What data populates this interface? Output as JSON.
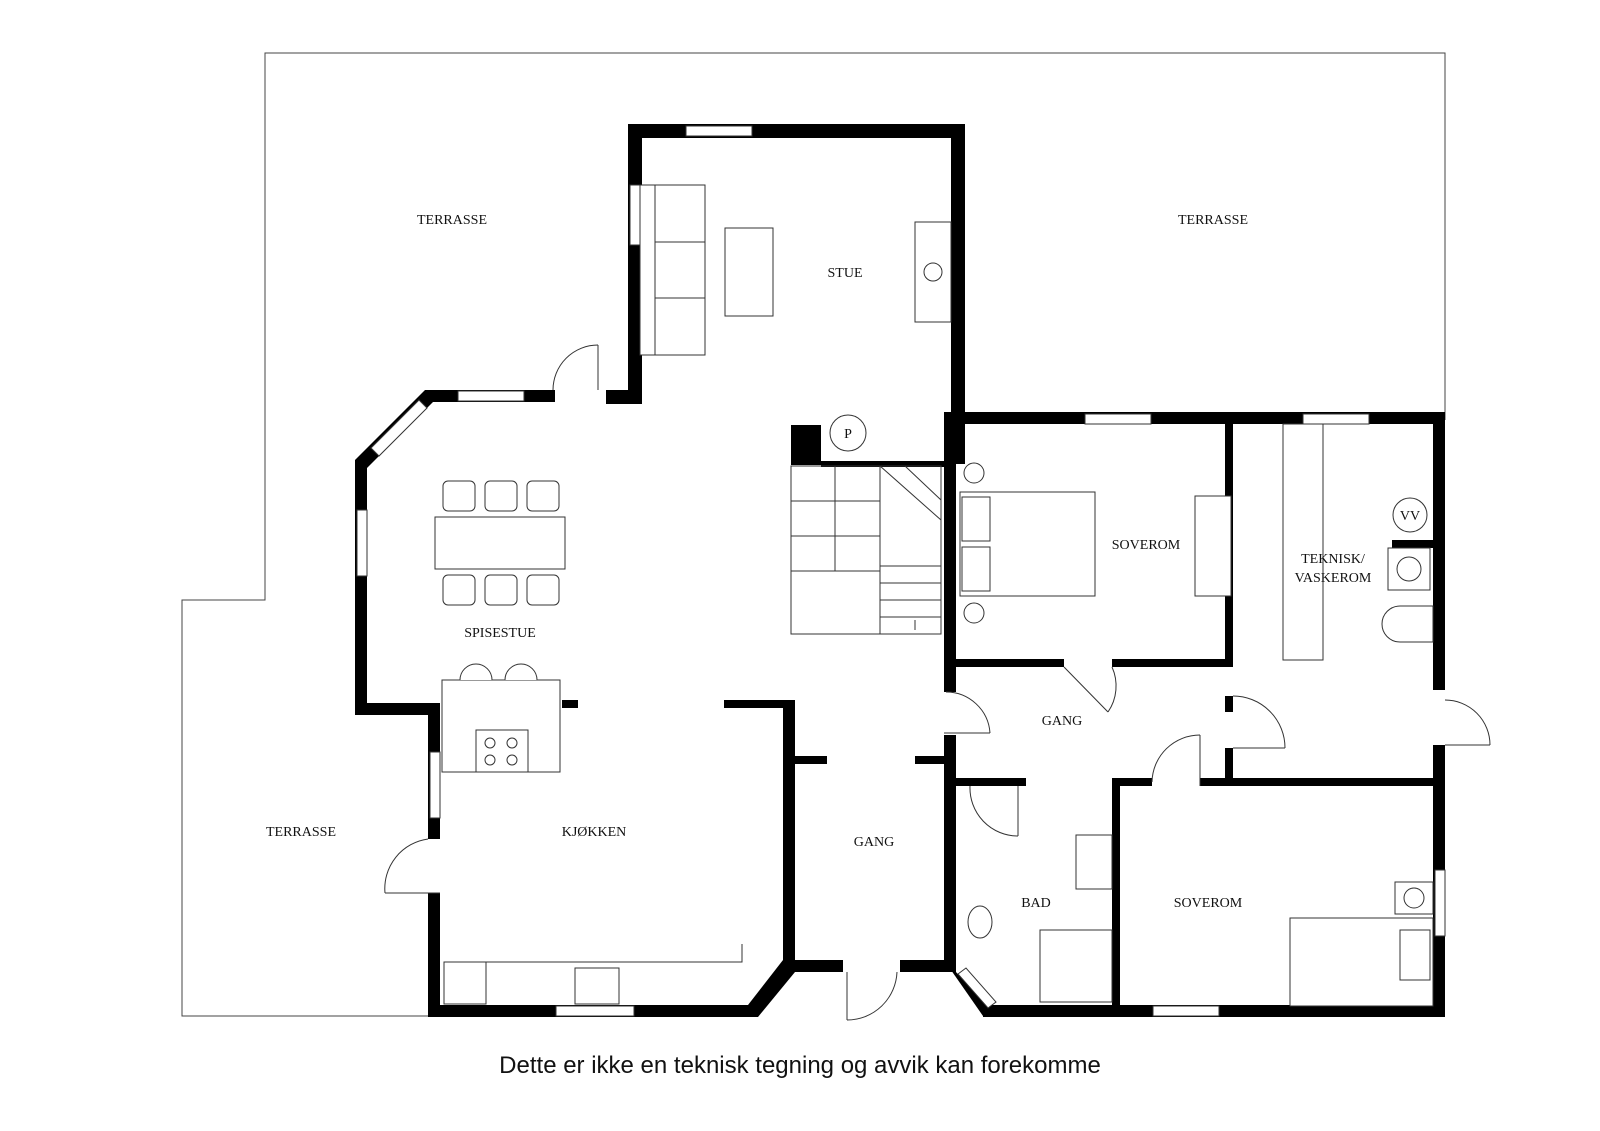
{
  "rooms": {
    "terrasse_nw": "TERRASSE",
    "terrasse_ne": "TERRASSE",
    "terrasse_sw": "TERRASSE",
    "stue": "STUE",
    "spisestue": "SPISESTUE",
    "kjokken": "KJØKKEN",
    "gang_main": "GANG",
    "gang_east": "GANG",
    "soverom_1": "SOVEROM",
    "soverom_2": "SOVEROM",
    "teknisk_line1": "TEKNISK/",
    "teknisk_line2": "VASKEROM",
    "bad": "BAD"
  },
  "symbols": {
    "pipe": "P",
    "water_heater": "VV"
  },
  "disclaimer": "Dette er ikke en teknisk tegning og avvik kan forekomme"
}
